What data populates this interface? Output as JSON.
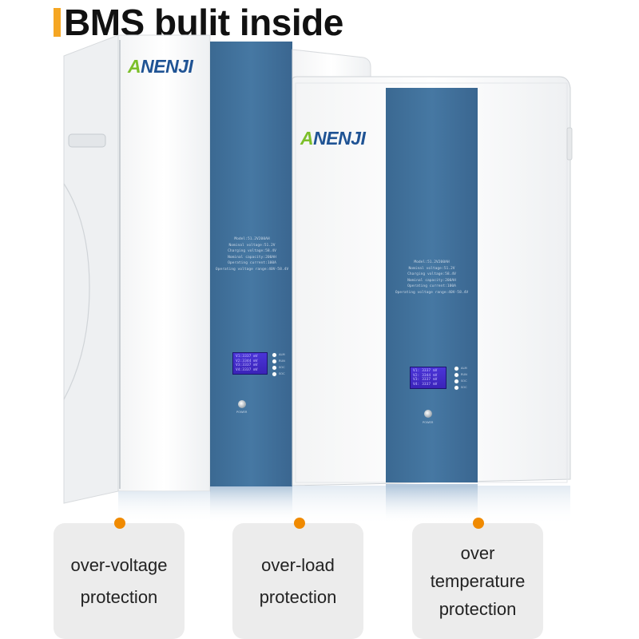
{
  "header": {
    "title": "BMS bulit inside",
    "accent_color": "#f5a623"
  },
  "batteries": [
    {
      "brand": {
        "a": "A",
        "rest": "NENJI"
      },
      "spec_lines": [
        "Model:51.2V200AH",
        "Nominal voltage:51.2V",
        "Charging voltage:58.4V",
        "Nominal capacity:200AH",
        "Operating current:100A",
        "Operating voltage range:40V-58.4V"
      ],
      "lcd_lines": [
        "V1:3337 mV",
        "V2:3344 mV",
        "V3:3337 mV",
        "V4:3337 mV"
      ],
      "led_labels": [
        "ALM",
        "RUN",
        "SOC",
        "SOC"
      ],
      "knob_label": "POWER"
    },
    {
      "brand": {
        "a": "A",
        "rest": "NENJI"
      },
      "spec_lines": [
        "Model:51.2V200AH",
        "Nominal voltage:51.2V",
        "Charging voltage:58.4V",
        "Nominal capacity:200AH",
        "Operating current:100A",
        "Operating voltage range:40V-58.4V"
      ],
      "lcd_lines": [
        "V1: 3337 mV",
        "V2: 3344 mV",
        "V3: 3337 mV",
        "V4: 3337 mV"
      ],
      "led_labels": [
        "ALM",
        "RUN",
        "SOC",
        "SOC"
      ],
      "knob_label": "POWER"
    }
  ],
  "features": [
    {
      "lines": [
        "over-voltage",
        "protection"
      ]
    },
    {
      "lines": [
        "over-load",
        "protection"
      ]
    },
    {
      "lines": [
        "over",
        "temperature",
        "protection"
      ]
    }
  ],
  "colors": {
    "panel_blue": "#3f6e98",
    "pin": "#f08a00",
    "card_bg": "#ececec",
    "logo_blue": "#1f5394",
    "logo_green": "#7cbf2a"
  }
}
